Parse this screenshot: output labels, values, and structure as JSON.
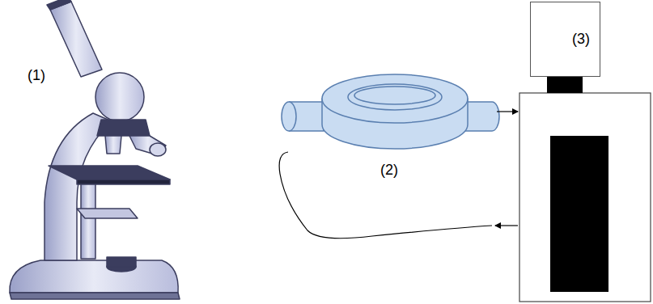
{
  "diagram": {
    "nodes": [
      {
        "text": [
          "(3)"
        ]
      }
    ],
    "labels": [
      "(1)",
      "(2)"
    ]
  }
}
